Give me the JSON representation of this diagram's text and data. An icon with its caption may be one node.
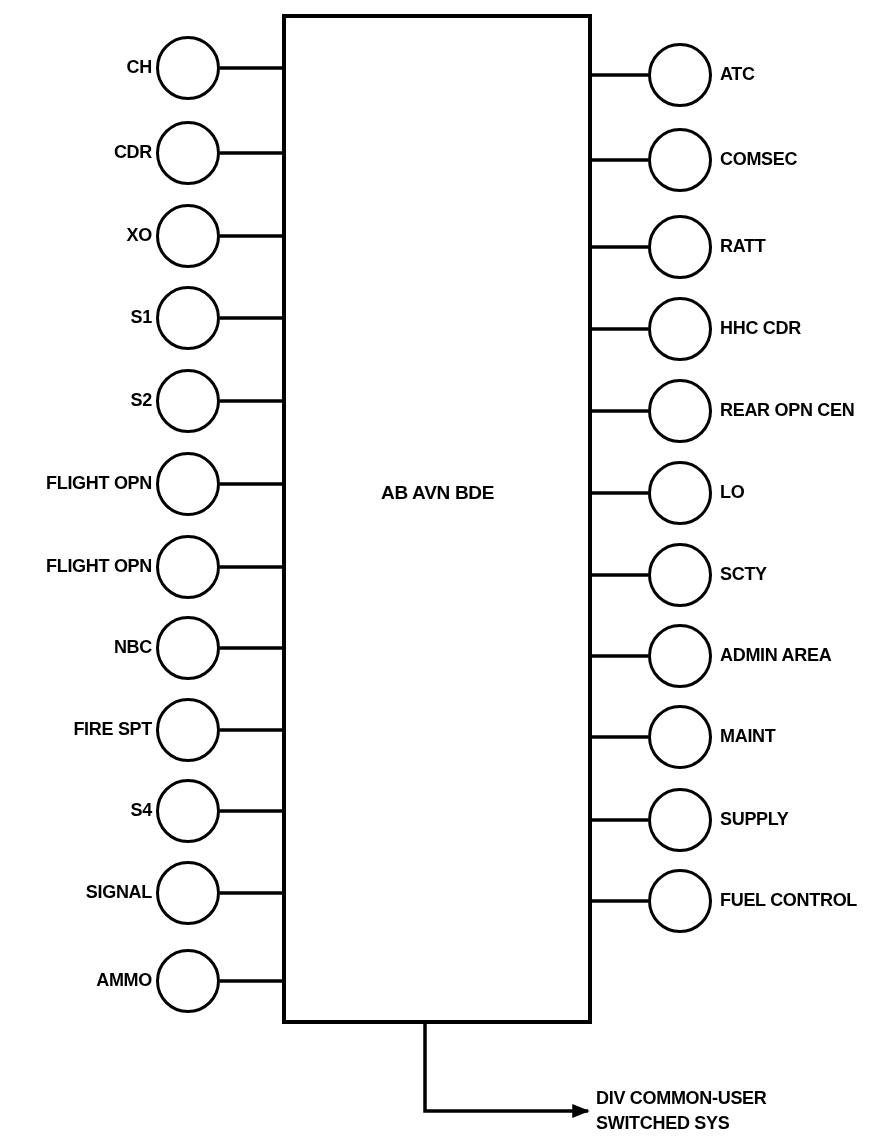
{
  "diagram": {
    "nodes": [
      {
        "text": [
          "AB AVN BDE"
        ]
      },
      {
        "text": [],
        "shape": "circle",
        "beside": [
          "CH"
        ]
      },
      {
        "text": [],
        "shape": "circle",
        "beside": [
          "CDR"
        ]
      },
      {
        "text": [],
        "shape": "circle",
        "beside": [
          "XO"
        ]
      },
      {
        "text": [],
        "shape": "circle",
        "beside": [
          "S1"
        ]
      },
      {
        "text": [],
        "shape": "circle",
        "beside": [
          "S2"
        ]
      },
      {
        "text": [],
        "shape": "circle",
        "beside": [
          "FLIGHT OPN"
        ]
      },
      {
        "text": [],
        "shape": "circle",
        "beside": [
          "FLIGHT OPN"
        ]
      },
      {
        "text": [],
        "shape": "circle",
        "beside": [
          "NBC"
        ]
      },
      {
        "text": [],
        "shape": "circle",
        "beside": [
          "FIRE SPT"
        ]
      },
      {
        "text": [],
        "shape": "circle",
        "beside": [
          "S4"
        ]
      },
      {
        "text": [],
        "shape": "circle",
        "beside": [
          "SIGNAL"
        ]
      },
      {
        "text": [],
        "shape": "circle",
        "beside": [
          "AMMO"
        ]
      },
      {
        "text": [],
        "shape": "circle",
        "beside": [
          "ATC"
        ]
      },
      {
        "text": [],
        "shape": "circle",
        "beside": [
          "COMSEC"
        ]
      },
      {
        "text": [],
        "shape": "circle",
        "beside": [
          "RATT"
        ]
      },
      {
        "text": [],
        "shape": "circle",
        "beside": [
          "HHC CDR"
        ]
      },
      {
        "text": [],
        "shape": "circle",
        "beside": [
          "REAR OPN CEN"
        ]
      },
      {
        "text": [],
        "shape": "circle",
        "beside": [
          "LO"
        ]
      },
      {
        "text": [],
        "shape": "circle",
        "beside": [
          "SCTY"
        ]
      },
      {
        "text": [],
        "shape": "circle",
        "beside": [
          "ADMIN AREA"
        ]
      },
      {
        "text": [],
        "shape": "circle",
        "beside": [
          "MAINT"
        ]
      },
      {
        "text": [],
        "shape": "circle",
        "beside": [
          "SUPPLY"
        ]
      },
      {
        "text": [],
        "shape": "circle",
        "beside": [
          "FUEL CONTROL"
        ]
      },
      {
        "text": [
          "DIV COMMON-USER SWITCHED SYS"
        ]
      }
    ],
    "edges": [
      {
        "from": 0,
        "to": 1,
        "arrow": "none"
      },
      {
        "from": 0,
        "to": 2,
        "arrow": "none"
      },
      {
        "from": 0,
        "to": 3,
        "arrow": "none"
      },
      {
        "from": 0,
        "to": 4,
        "arrow": "none"
      },
      {
        "from": 0,
        "to": 5,
        "arrow": "none"
      },
      {
        "from": 0,
        "to": 6,
        "arrow": "none"
      },
      {
        "from": 0,
        "to": 7,
        "arrow": "none"
      },
      {
        "from": 0,
        "to": 8,
        "arrow": "none"
      },
      {
        "from": 0,
        "to": 9,
        "arrow": "none"
      },
      {
        "from": 0,
        "to": 10,
        "arrow": "none"
      },
      {
        "from": 0,
        "to": 11,
        "arrow": "none"
      },
      {
        "from": 0,
        "to": 12,
        "arrow": "none"
      },
      {
        "from": 0,
        "to": 13,
        "arrow": "none"
      },
      {
        "from": 0,
        "to": 14,
        "arrow": "none"
      },
      {
        "from": 0,
        "to": 15,
        "arrow": "none"
      },
      {
        "from": 0,
        "to": 16,
        "arrow": "none"
      },
      {
        "from": 0,
        "to": 17,
        "arrow": "none"
      },
      {
        "from": 0,
        "to": 18,
        "arrow": "none"
      },
      {
        "from": 0,
        "to": 19,
        "arrow": "none"
      },
      {
        "from": 0,
        "to": 20,
        "arrow": "none"
      },
      {
        "from": 0,
        "to": 21,
        "arrow": "none"
      },
      {
        "from": 0,
        "to": 22,
        "arrow": "none"
      },
      {
        "from": 0,
        "to": 23,
        "arrow": "none"
      },
      {
        "from": 0,
        "to": 24,
        "arrow": "to"
      }
    ]
  }
}
